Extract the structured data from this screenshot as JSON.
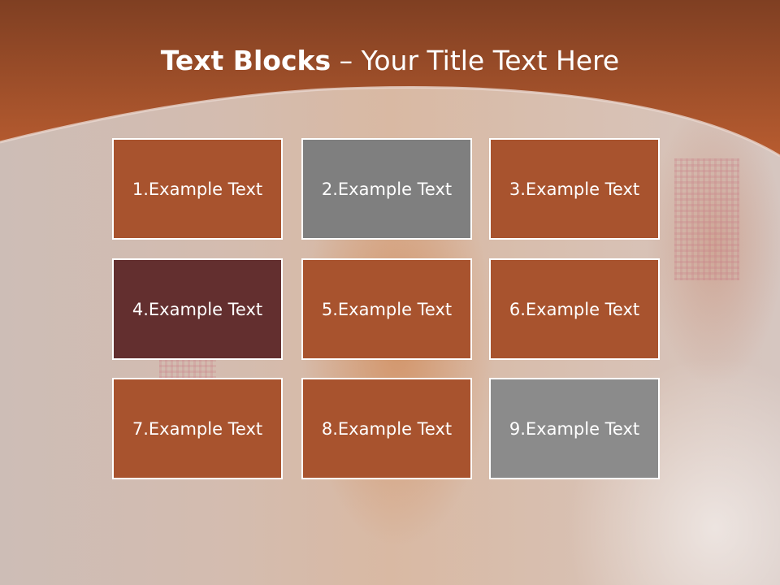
{
  "slide": {
    "title_bold": "Text Blocks",
    "title_dash": " – ",
    "title_rest": "Your Title Text Here"
  },
  "colors": {
    "header_top": "#7f3f22",
    "header_bottom": "#b15a30",
    "tile_orange": "#a8532e",
    "tile_gray": "#7f7f7f",
    "tile_maroon": "#632f2f",
    "tile_gray_light": "#8b8b8b"
  },
  "blocks": [
    {
      "label": "1.Example Text",
      "color": "#a8532e"
    },
    {
      "label": "2.Example Text",
      "color": "#7f7f7f"
    },
    {
      "label": "3.Example Text",
      "color": "#a8532e"
    },
    {
      "label": "4.Example Text",
      "color": "#632f2f"
    },
    {
      "label": "5.Example Text",
      "color": "#a8532e"
    },
    {
      "label": "6.Example Text",
      "color": "#a8532e"
    },
    {
      "label": "7.Example Text",
      "color": "#a8532e"
    },
    {
      "label": "8.Example Text",
      "color": "#a8532e"
    },
    {
      "label": "9.Example Text",
      "color": "#8b8b8b"
    }
  ]
}
